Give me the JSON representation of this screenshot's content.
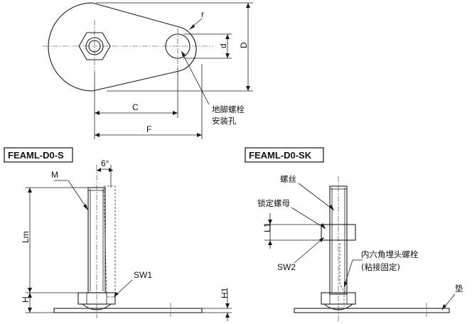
{
  "top_view": {
    "labels": {
      "r": "r",
      "d": "d",
      "D": "D",
      "C": "C",
      "F": "F",
      "mount_hole_line1": "地脚螺栓",
      "mount_hole_line2": "安装孔"
    }
  },
  "left_view": {
    "title": "FEAML-D0-S",
    "labels": {
      "angle": "6°",
      "M": "M",
      "Lm": "Lm",
      "H": "H",
      "SW1": "SW1",
      "H1": "H1"
    }
  },
  "right_view": {
    "title": "FEAML-D0-SK",
    "labels": {
      "screw": "螺丝",
      "lock_nut": "锁定螺母",
      "L1": "L1",
      "SW2": "SW2",
      "hex_bolt_line1": "内六角埋头螺栓",
      "hex_bolt_line2": "(粘接固定)",
      "pad": "垫"
    }
  }
}
